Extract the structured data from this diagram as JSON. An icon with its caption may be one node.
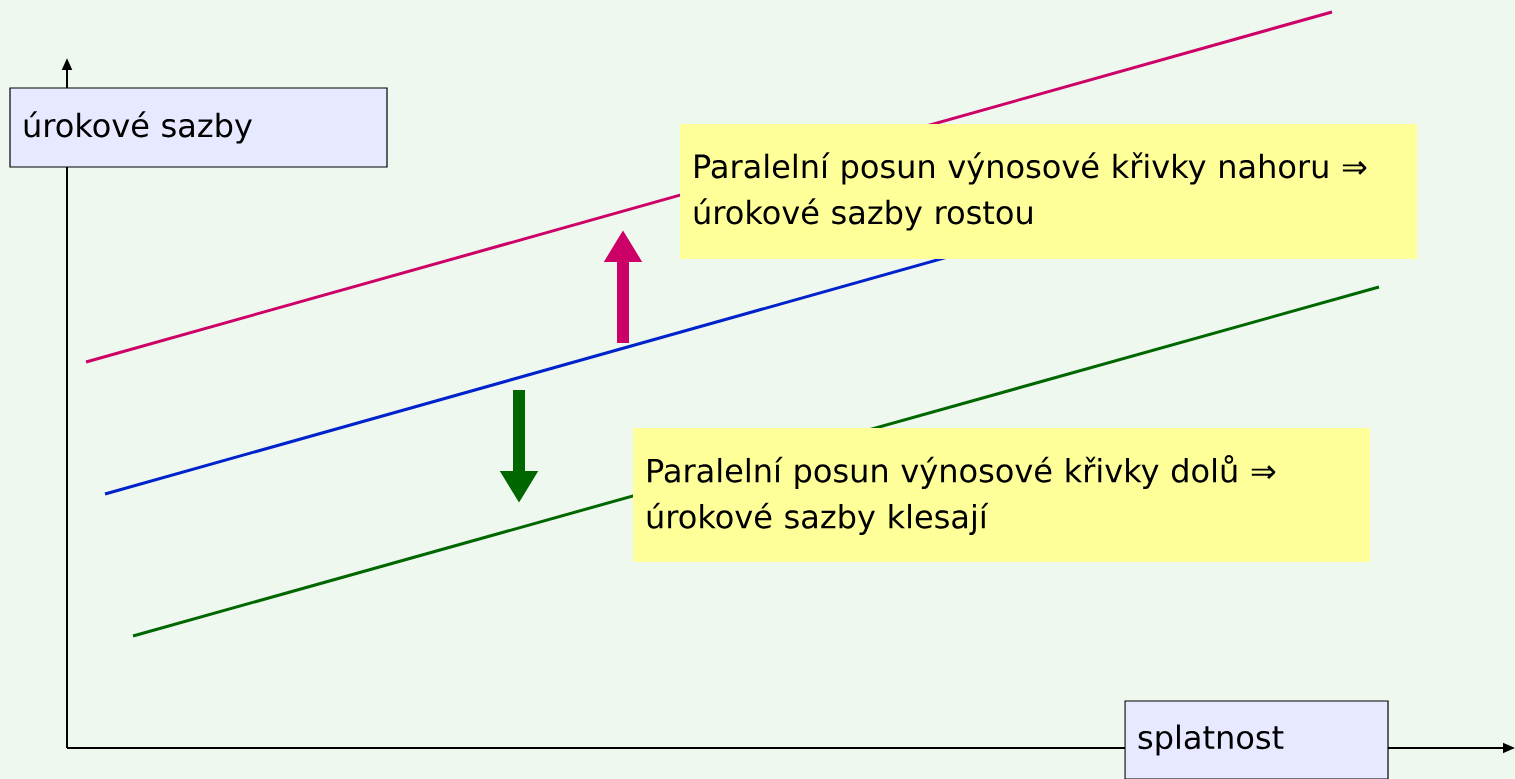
{
  "diagram": {
    "nodes": [
      {
        "text": [
          "úrokové sazby"
        ]
      },
      {
        "text": [
          "Paralelní posun výnosové křivky nahoru ⇒ úrokové sazby rostou"
        ]
      },
      {
        "text": [
          "Paralelní posun výnosové křivky dolů ⇒ úrokové sazby klesají"
        ]
      },
      {
        "text": [
          "splatnost"
        ]
      }
    ]
  }
}
